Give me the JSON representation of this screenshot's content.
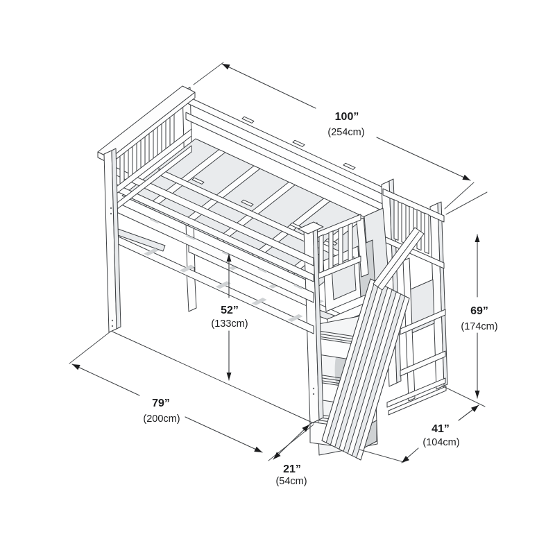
{
  "subject": "Loft bed with storage staircase - dimensional line diagram",
  "colors": {
    "background": "#ffffff",
    "line": "#3c3f42",
    "text": "#1b1c1e",
    "shade_light": "#e9ebed",
    "shade_mid": "#cfd2d4"
  },
  "dims": {
    "overall_length": {
      "in": "100”",
      "cm": "(254cm)"
    },
    "bed_length": {
      "in": "79”",
      "cm": "(200cm)"
    },
    "overall_height": {
      "in": "69”",
      "cm": "(174cm)"
    },
    "underbed_clearance": {
      "in": "52”",
      "cm": "(133cm)"
    },
    "staircase_depth": {
      "in": "41”",
      "cm": "(104cm)"
    },
    "staircase_width": {
      "in": "21”",
      "cm": "(54cm)"
    }
  }
}
